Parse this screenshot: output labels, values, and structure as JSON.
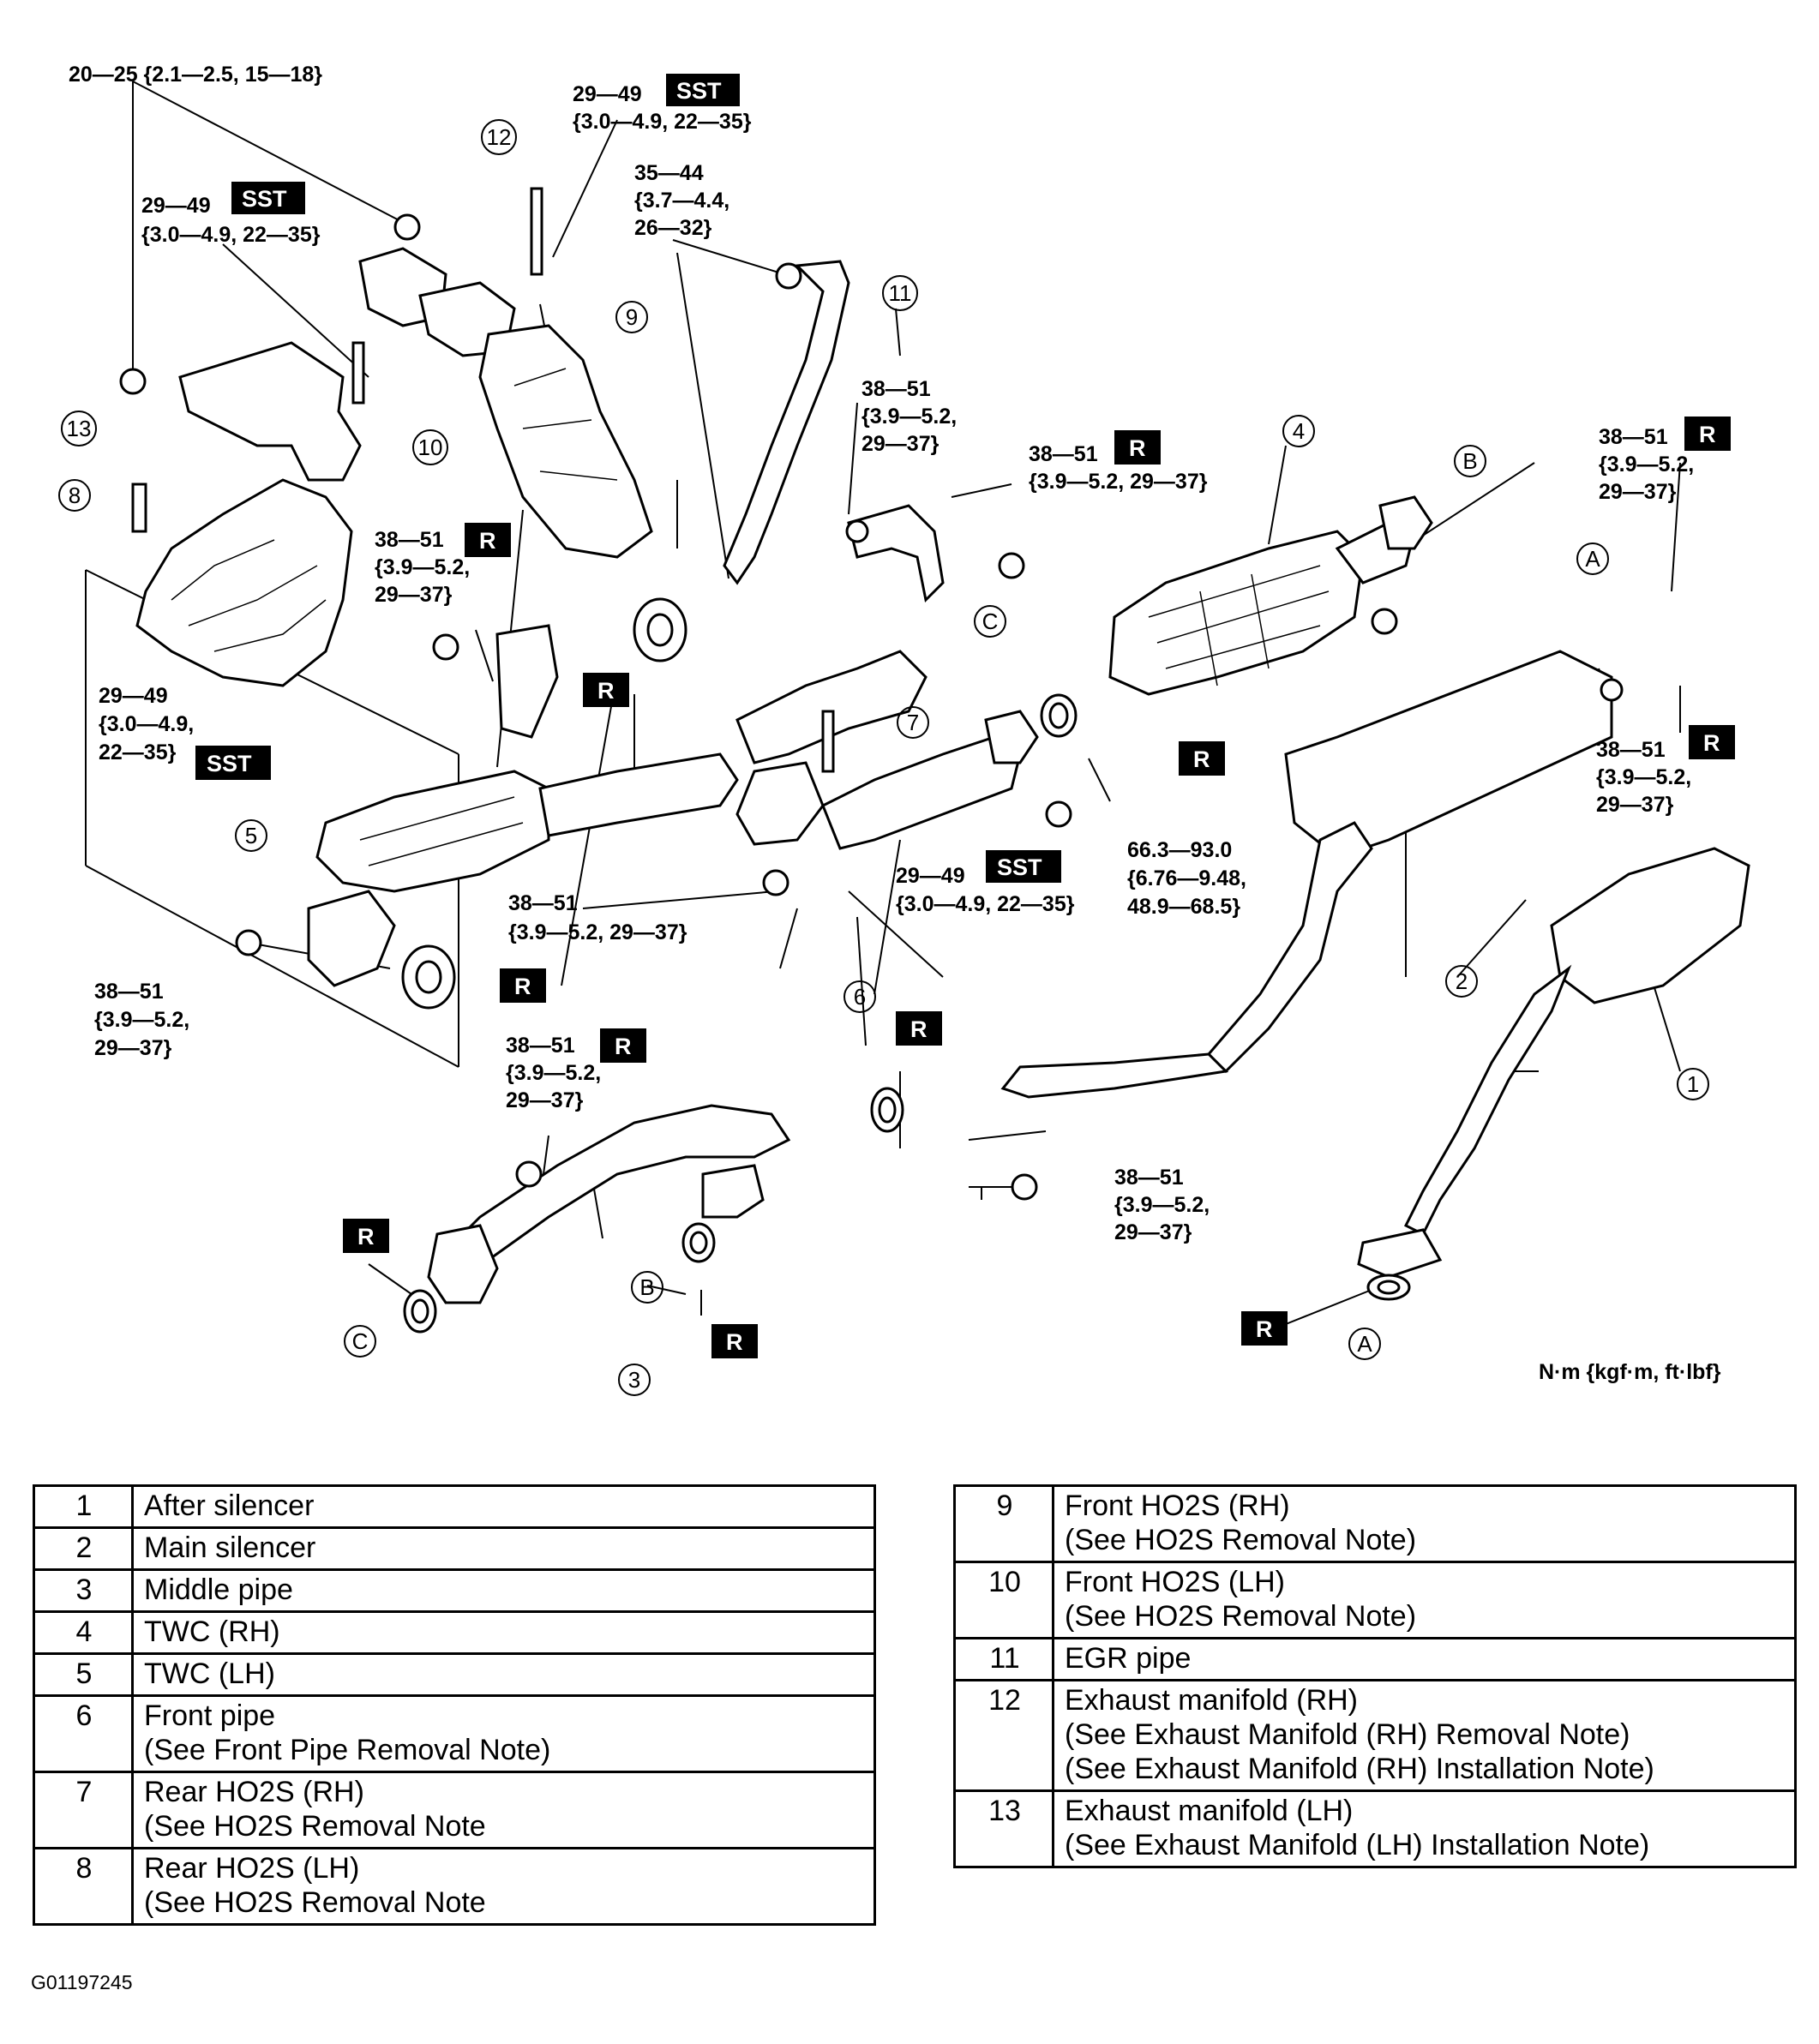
{
  "diagram": {
    "torque": {
      "t1": "20—25 {2.1—2.5, 15—18}",
      "t2a": "29—49",
      "t2b": "{3.0—4.9, 22—35}",
      "t3a": "29—49",
      "t3b": "{3.0—4.9, 22—35}",
      "t4a": "35—44",
      "t4b": "{3.7—4.4,",
      "t4c": "26—32}",
      "t5a": "38—51",
      "t5b": "{3.9—5.2,",
      "t5c": "29—37}",
      "t6a": "38—51",
      "t6b": "{3.9—5.2, 29—37}",
      "t7a": "38—51",
      "t7b": "{3.9—5.2,",
      "t7c": "29—37}",
      "t8a": "38—51",
      "t8b": "{3.9—5.2,",
      "t8c": "29—37}",
      "t9a": "29—49",
      "t9b": "{3.0—4.9,",
      "t9c": "22—35}",
      "t10a": "38—51",
      "t10b": "{3.9—5.2,",
      "t10c": "29—37}",
      "t11a": "38—51",
      "t11b": "{3.9—5.2, 29—37}",
      "t12a": "29—49",
      "t12b": "{3.0—4.9, 22—35}",
      "t13a": "66.3—93.0",
      "t13b": "{6.76—9.48,",
      "t13c": "48.9—68.5}",
      "t14a": "38—51",
      "t14b": "{3.9—5.2,",
      "t14c": "29—37}",
      "t15a": "38—51",
      "t15b": "{3.9—5.2,",
      "t15c": "29—37}",
      "t16a": "38—51",
      "t16b": "{3.9—5.2,",
      "t16c": "29—37}"
    },
    "badges": {
      "sst": "SST",
      "r": "R"
    },
    "callouts": [
      "1",
      "2",
      "3",
      "4",
      "5",
      "6",
      "7",
      "8",
      "9",
      "10",
      "11",
      "12",
      "13"
    ],
    "letters": {
      "a": "A",
      "b": "B",
      "c": "C"
    },
    "unit_note": "N·m {kgf·m, ft·lbf}",
    "figure_id": "G01197245"
  },
  "parts_left": [
    {
      "num": "1",
      "line1": "After silencer",
      "line2": ""
    },
    {
      "num": "2",
      "line1": "Main silencer",
      "line2": ""
    },
    {
      "num": "3",
      "line1": "Middle pipe",
      "line2": ""
    },
    {
      "num": "4",
      "line1": "TWC (RH)",
      "line2": ""
    },
    {
      "num": "5",
      "line1": "TWC (LH)",
      "line2": ""
    },
    {
      "num": "6",
      "line1": "Front pipe",
      "line2": "(See Front Pipe Removal Note)"
    },
    {
      "num": "7",
      "line1": "Rear HO2S (RH)",
      "line2": "(See HO2S Removal Note"
    },
    {
      "num": "8",
      "line1": "Rear HO2S (LH)",
      "line2": "(See HO2S Removal Note"
    }
  ],
  "parts_right": [
    {
      "num": "9",
      "line1": "Front HO2S (RH)",
      "line2": "(See HO2S Removal Note)",
      "line3": ""
    },
    {
      "num": "10",
      "line1": "Front HO2S (LH)",
      "line2": "(See HO2S Removal Note)",
      "line3": ""
    },
    {
      "num": "11",
      "line1": "EGR pipe",
      "line2": "",
      "line3": ""
    },
    {
      "num": "12",
      "line1": "Exhaust manifold (RH)",
      "line2": "(See Exhaust Manifold (RH) Removal Note)",
      "line3": "(See Exhaust Manifold (RH) Installation Note)"
    },
    {
      "num": "13",
      "line1": "Exhaust manifold (LH)",
      "line2": "(See Exhaust Manifold (LH) Installation Note)",
      "line3": ""
    }
  ]
}
